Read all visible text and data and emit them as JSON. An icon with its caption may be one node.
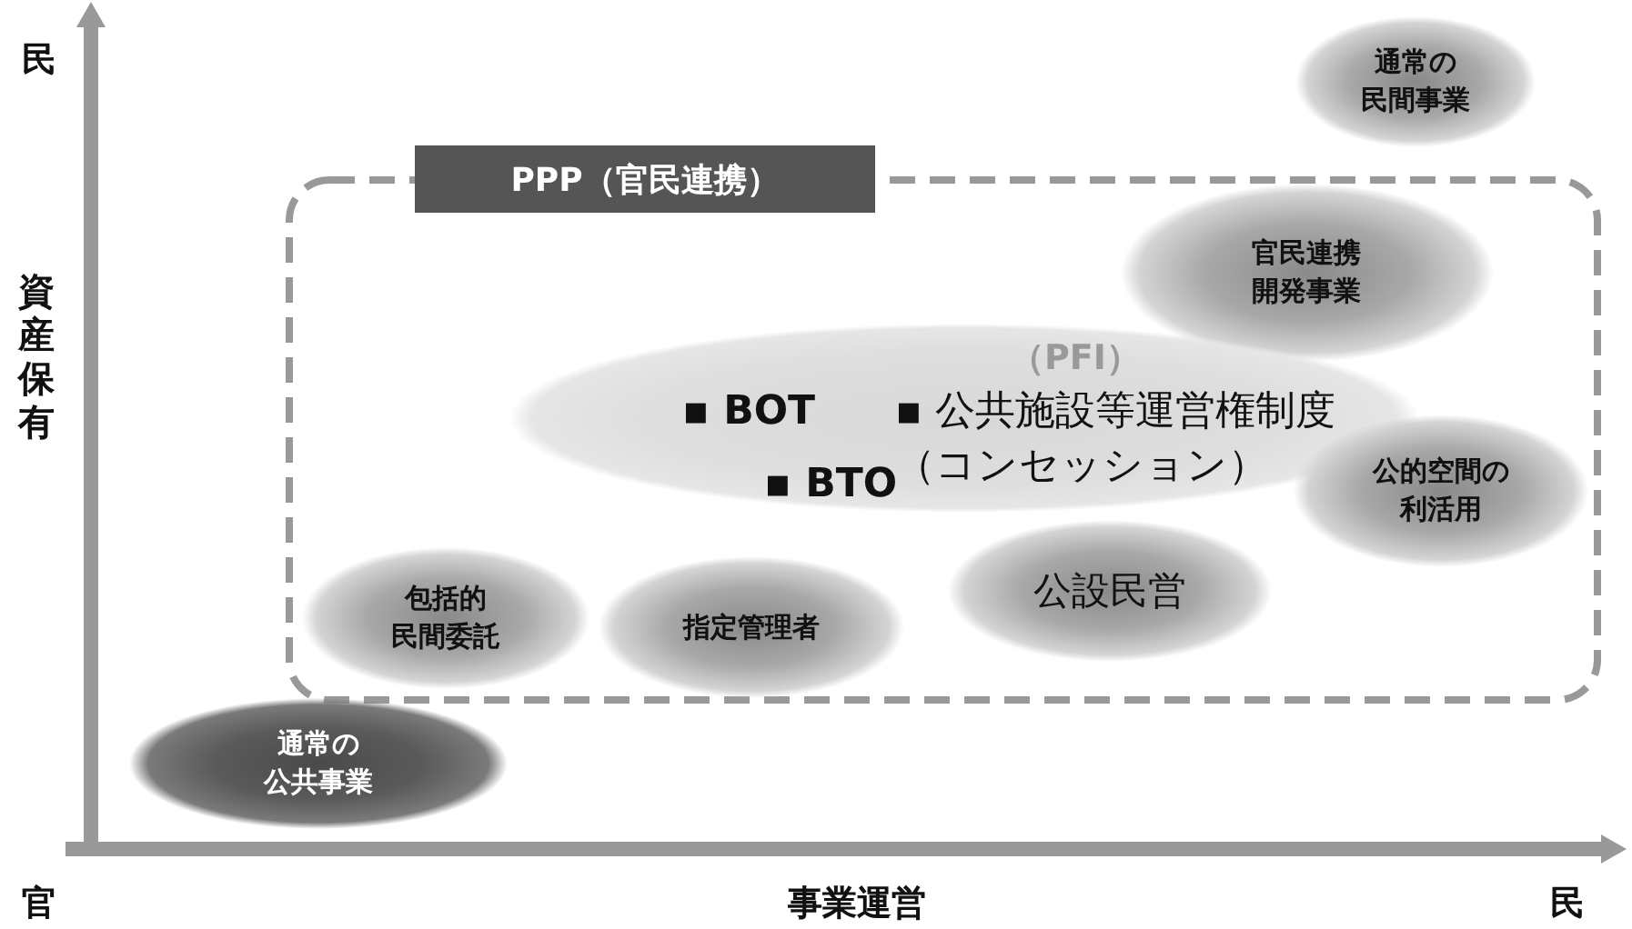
{
  "diagram": {
    "nodes": [
      {
        "text": [
          "PPP（官民連携）"
        ]
      },
      {
        "text": [
          "通常の民間事業"
        ]
      },
      {
        "text": [
          "官民連携開発事業"
        ],
        "in": 0
      },
      {
        "text": [
          "（PFI）",
          "▪ BOT",
          "▪ BTO",
          "▪ 公共施設等運営権制度（コンセッション）"
        ],
        "in": 0
      },
      {
        "text": [
          "公的空間の利活用"
        ],
        "in": 0
      },
      {
        "text": [
          "公設民営"
        ],
        "in": 0
      },
      {
        "text": [
          "包括的民間委託"
        ],
        "in": 0
      },
      {
        "text": [
          "指定管理者"
        ],
        "in": 0
      },
      {
        "text": [
          "通常の公共事業"
        ]
      }
    ],
    "labels": [
      "民",
      "資産保有",
      "官",
      "事業運営",
      "民"
    ]
  }
}
